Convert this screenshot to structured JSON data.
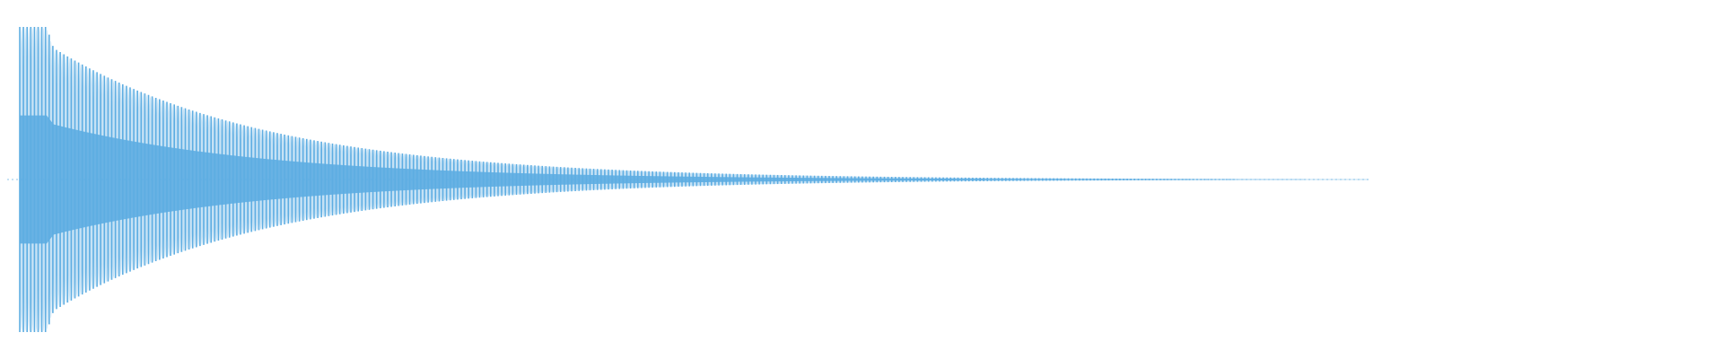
{
  "waveform": {
    "color": "#5DADE2",
    "background": "#FFFFFF",
    "style": "oscillating waveform with exponential amplitude decay",
    "peak_amplitude": 1.0,
    "normalized_duration": 1.0,
    "audible_portion_fraction": 0.79
  }
}
